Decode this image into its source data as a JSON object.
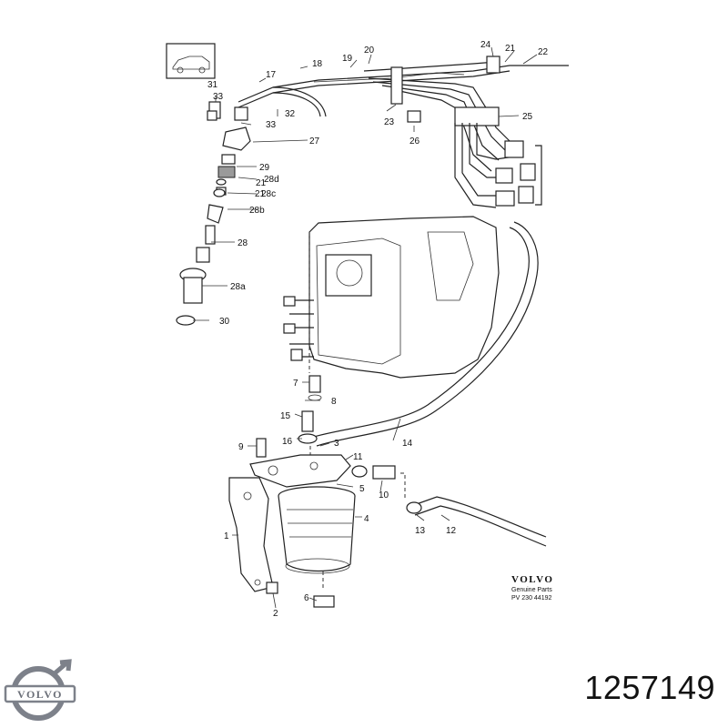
{
  "part_number": "1257149",
  "logo": {
    "text": "VOLVO",
    "color": "#6b6f78"
  },
  "genuine": {
    "brand": "VOLVO",
    "line": "Genuine Parts",
    "code": "PV  230  44192"
  },
  "callouts": {
    "c17": "17",
    "c18": "18",
    "c19": "19",
    "c20": "20",
    "c21": "21",
    "c22": "22",
    "c24": "24",
    "c31": "31",
    "c33a": "33",
    "c33b": "33",
    "c32": "32",
    "c23": "23",
    "c26": "26",
    "c25": "25",
    "c27": "27",
    "c29": "29",
    "c28d": "28d",
    "c28c": "28c",
    "c28b": "28b",
    "c28": "28",
    "c28a": "28a",
    "c30": "30",
    "c7": "7",
    "c8": "8",
    "c15": "15",
    "c16": "16",
    "c14": "14",
    "c9": "9",
    "c3": "3",
    "c11": "11",
    "c5": "5",
    "c10": "10",
    "c4": "4",
    "c1": "1",
    "c13": "13",
    "c12": "12",
    "c6": "6",
    "c2": "2",
    "c21a": "21",
    "c21b": "21"
  }
}
